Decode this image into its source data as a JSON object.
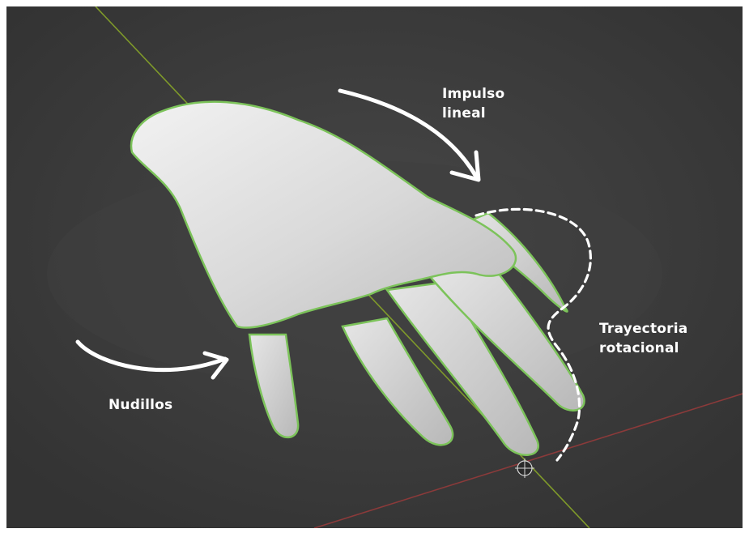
{
  "viewport": {
    "background_color": "#3a3a3a",
    "axis_colors": {
      "y_axis": "#7f9a2a",
      "x_axis": "#8b3a3a"
    },
    "selection_outline_color": "#7cc35a"
  },
  "annotations": {
    "linear_impulse": {
      "line1": "Impulso",
      "line2": "lineal"
    },
    "rotational_path": {
      "line1": "Trayectoria",
      "line2": "rotacional"
    },
    "knuckles": {
      "label": "Nudillos"
    }
  },
  "icons": {
    "arrow_linear": "curved-arrow-icon",
    "arrow_knuckles": "curved-arrow-icon",
    "origin": "object-origin-icon"
  }
}
